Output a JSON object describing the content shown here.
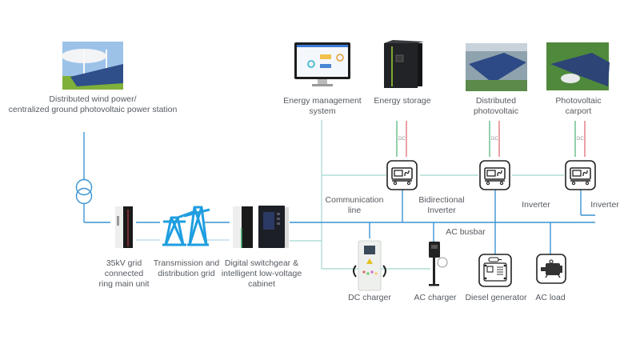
{
  "title": "Microgrid / energy system architecture diagram",
  "colors": {
    "ac_line": "#3a93d2",
    "comm_line": "#9fd8cf",
    "dc_positive": "#d9535b",
    "dc_negative": "#3aa866",
    "icon_stroke": "#222222",
    "tower": "#1e9ee0",
    "text": "#555a60"
  },
  "nodes": {
    "wind_pv": {
      "lines": [
        "Distributed wind power/",
        "centralized ground photovoltaic power station"
      ],
      "icon": "wind-solar-photo"
    },
    "ems": {
      "lines": [
        "Energy management",
        "system"
      ],
      "icon": "monitor-dashboard-photo"
    },
    "storage": {
      "lines": [
        "Energy storage"
      ],
      "icon": "battery-cabinet-photo"
    },
    "dist_pv": {
      "lines": [
        "Distributed",
        "photovoltaic"
      ],
      "icon": "rooftop-solar-photo"
    },
    "carport": {
      "lines": [
        "Photovoltaic",
        "carport"
      ],
      "icon": "solar-carport-photo"
    },
    "ring_main": {
      "lines": [
        "35kV grid",
        "connected",
        "ring main unit"
      ],
      "icon": "ring-main-unit-cabinet"
    },
    "grid": {
      "lines": [
        "Transmission and",
        "distribution grid"
      ],
      "icon": "transmission-tower"
    },
    "switchgear": {
      "lines": [
        "Digital switchgear &",
        "intelligent low-voltage",
        "cabinet"
      ],
      "icon": "switchgear-cabinet"
    },
    "comm_line": {
      "lines": [
        "Communication",
        "line"
      ]
    },
    "bidir_inverter": {
      "lines": [
        "Bidirectional",
        "Inverter"
      ],
      "icon": "inverter-icon"
    },
    "inverter1": {
      "lines": [
        "Inverter"
      ],
      "icon": "inverter-icon"
    },
    "inverter2": {
      "lines": [
        "Inverter"
      ],
      "icon": "inverter-icon"
    },
    "ac_busbar": {
      "lines": [
        "AC busbar"
      ]
    },
    "dc_charger": {
      "lines": [
        "DC charger"
      ],
      "icon": "dc-charger"
    },
    "ac_charger": {
      "lines": [
        "AC charger"
      ],
      "icon": "ac-charger"
    },
    "diesel": {
      "lines": [
        "Diesel generator"
      ],
      "icon": "diesel-generator-icon"
    },
    "ac_load": {
      "lines": [
        "AC load"
      ],
      "icon": "motor-icon"
    }
  },
  "dc_label": "DC"
}
